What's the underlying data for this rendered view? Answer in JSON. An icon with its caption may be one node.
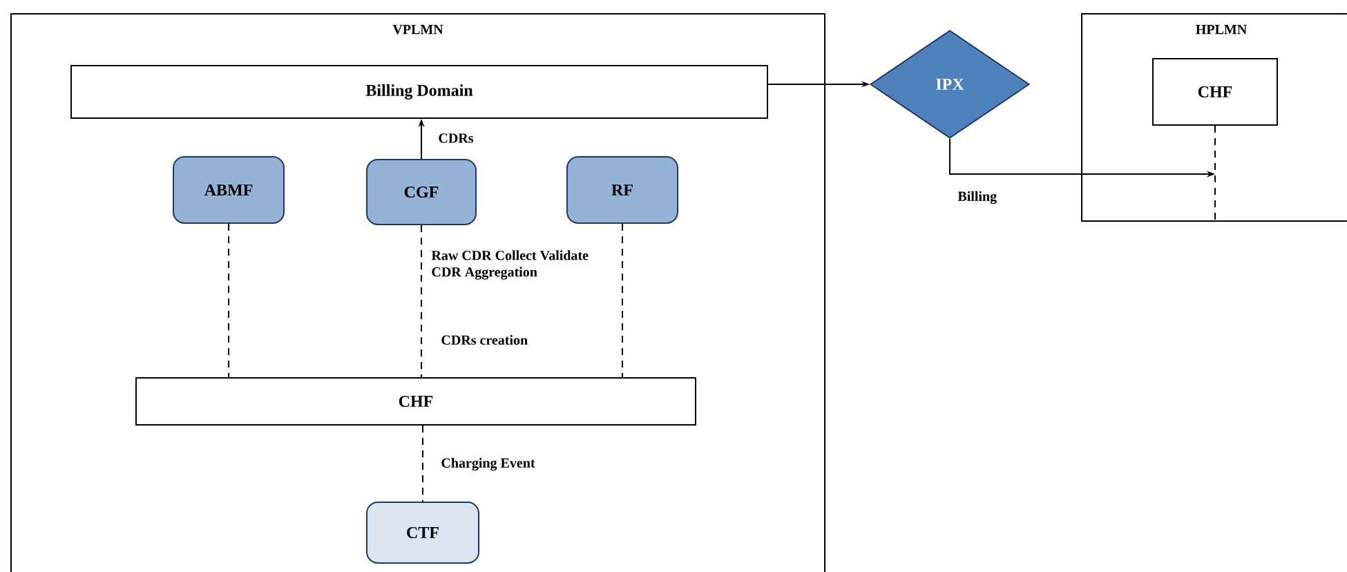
{
  "diagram": {
    "nodes": [
      {
        "text": [
          "VPLMN"
        ]
      },
      {
        "text": [
          "Billing Domain"
        ],
        "in": 0
      },
      {
        "text": [
          "ABMF"
        ],
        "in": 0
      },
      {
        "text": [
          "CGF"
        ],
        "in": 0
      },
      {
        "text": [
          "RF"
        ],
        "in": 0
      },
      {
        "text": [
          "CHF"
        ],
        "in": 0
      },
      {
        "text": [
          "CTF"
        ],
        "in": 0
      },
      {
        "text": [
          "IPX"
        ]
      },
      {
        "text": [
          "HPLMN"
        ]
      },
      {
        "text": [
          "CHF"
        ],
        "in": 8
      }
    ],
    "edges": [
      {
        "from": 3,
        "to": 1,
        "arrow": "to",
        "label": "CDRs"
      },
      {
        "from": 2,
        "to": 5,
        "arrow": "none",
        "style": "dashed"
      },
      {
        "from": 3,
        "to": 5,
        "arrow": "none",
        "style": "dashed",
        "label": "CDRs creation"
      },
      {
        "from": 4,
        "to": 5,
        "arrow": "none",
        "style": "dashed"
      },
      {
        "from": 5,
        "to": 6,
        "arrow": "none",
        "style": "dashed",
        "label": "Charging Event"
      },
      {
        "from": 1,
        "to": 7,
        "arrow": "to"
      },
      {
        "from": 7,
        "to": 9,
        "arrow": "to",
        "label": "Billing"
      }
    ],
    "labels": [
      "Raw CDR Collect Validate CDR Aggregation"
    ]
  }
}
